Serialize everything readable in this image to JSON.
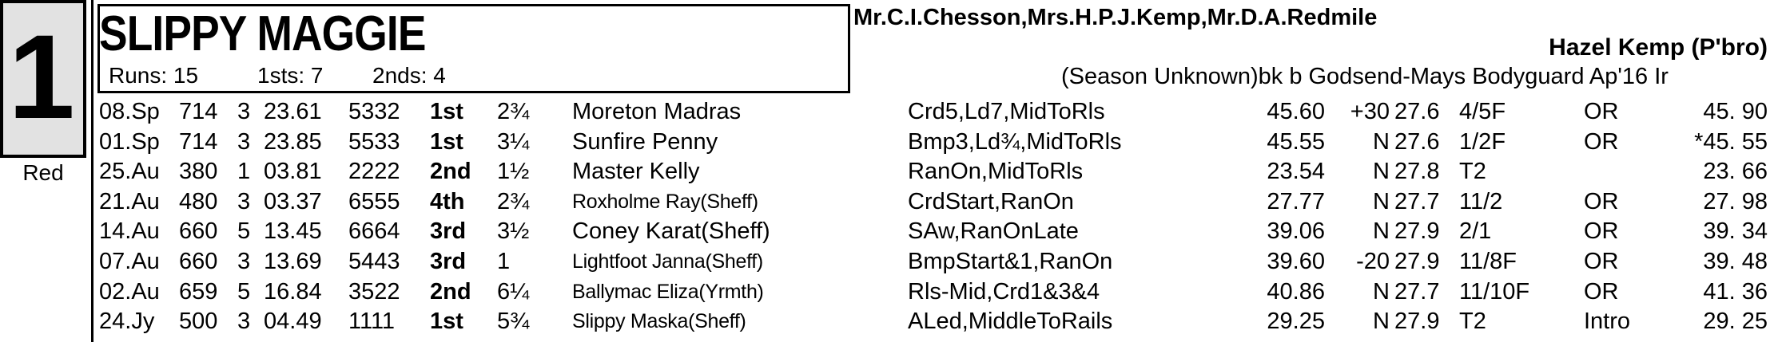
{
  "trap": {
    "number": "1",
    "colour": "Red"
  },
  "dog": {
    "name": "SLIPPY MAGGIE",
    "runs_label": "Runs: 15",
    "firsts_label": "1sts: 7",
    "seconds_label": "2nds: 4"
  },
  "owners": "Mr.C.I.Chesson,Mrs.H.P.J.Kemp,Mr.D.A.Redmile",
  "trainer": "Hazel Kemp (P'bro)",
  "breeding": "(Season Unknown)bk b Godsend-Mays Bodyguard Ap'16 Ir",
  "form": [
    {
      "date": "08.Sp",
      "dist": "714",
      "trap": "3",
      "sect": "23.61",
      "bends": "5332",
      "pos": "1st",
      "margin": "2¾",
      "winner": "Moreton Madras",
      "winner_narrow": false,
      "remarks": "Crd5,Ld7,MidToRls",
      "time": "45.60",
      "going": "+30",
      "weight": "27.6",
      "sp": "4/5F",
      "grade": "OR",
      "calc": "45. 90"
    },
    {
      "date": "01.Sp",
      "dist": "714",
      "trap": "3",
      "sect": "23.85",
      "bends": "5533",
      "pos": "1st",
      "margin": "3¼",
      "winner": "Sunfire Penny",
      "winner_narrow": false,
      "remarks": "Bmp3,Ld¾,MidToRls",
      "time": "45.55",
      "going": "N",
      "weight": "27.6",
      "sp": "1/2F",
      "grade": "OR",
      "calc": "*45. 55"
    },
    {
      "date": "25.Au",
      "dist": "380",
      "trap": "1",
      "sect": "03.81",
      "bends": "2222",
      "pos": "2nd",
      "margin": "1½",
      "winner": "Master Kelly",
      "winner_narrow": false,
      "remarks": "RanOn,MidToRls",
      "time": "23.54",
      "going": "N",
      "weight": "27.8",
      "sp": "T2",
      "grade": "",
      "calc": "23. 66"
    },
    {
      "date": "21.Au",
      "dist": "480",
      "trap": "3",
      "sect": "03.37",
      "bends": "6555",
      "pos": "4th",
      "margin": "2¾",
      "winner": "Roxholme Ray(Sheff)",
      "winner_narrow": true,
      "remarks": "CrdStart,RanOn",
      "time": "27.77",
      "going": "N",
      "weight": "27.7",
      "sp": "11/2",
      "grade": "OR",
      "calc": "27. 98"
    },
    {
      "date": "14.Au",
      "dist": "660",
      "trap": "5",
      "sect": "13.45",
      "bends": "6664",
      "pos": "3rd",
      "margin": "3½",
      "winner": "Coney Karat(Sheff)",
      "winner_narrow": false,
      "remarks": "SAw,RanOnLate",
      "time": "39.06",
      "going": "N",
      "weight": "27.9",
      "sp": "2/1",
      "grade": "OR",
      "calc": "39. 34"
    },
    {
      "date": "07.Au",
      "dist": "660",
      "trap": "3",
      "sect": "13.69",
      "bends": "5443",
      "pos": "3rd",
      "margin": "1",
      "winner": "Lightfoot Janna(Sheff)",
      "winner_narrow": true,
      "remarks": "BmpStart&1,RanOn",
      "time": "39.60",
      "going": "-20",
      "weight": "27.9",
      "sp": "11/8F",
      "grade": "OR",
      "calc": "39. 48"
    },
    {
      "date": "02.Au",
      "dist": "659",
      "trap": "5",
      "sect": "16.84",
      "bends": "3522",
      "pos": "2nd",
      "margin": "6¼",
      "winner": "Ballymac Eliza(Yrmth)",
      "winner_narrow": true,
      "remarks": "Rls-Mid,Crd1&3&4",
      "time": "40.86",
      "going": "N",
      "weight": "27.7",
      "sp": "11/10F",
      "grade": "OR",
      "calc": "41. 36"
    },
    {
      "date": "24.Jy",
      "dist": "500",
      "trap": "3",
      "sect": "04.49",
      "bends": "1111",
      "pos": "1st",
      "margin": "5¾",
      "winner": "Slippy Maska(Sheff)",
      "winner_narrow": true,
      "remarks": "ALed,MiddleToRails",
      "time": "29.25",
      "going": "N",
      "weight": "27.9",
      "sp": "T2",
      "grade": "Intro",
      "calc": "29. 25"
    }
  ]
}
